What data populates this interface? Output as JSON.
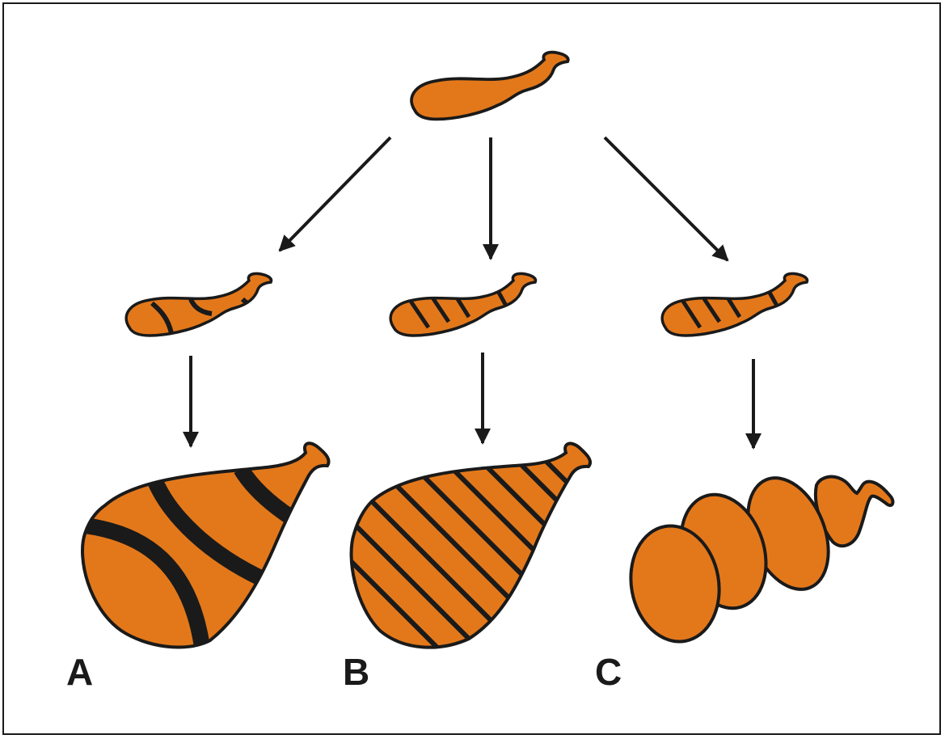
{
  "colors": {
    "fill": "#E3781B",
    "stroke": "#1a1a1a",
    "background": "#ffffff"
  },
  "panels": [
    {
      "label": "A"
    },
    {
      "label": "B"
    },
    {
      "label": "C"
    }
  ]
}
